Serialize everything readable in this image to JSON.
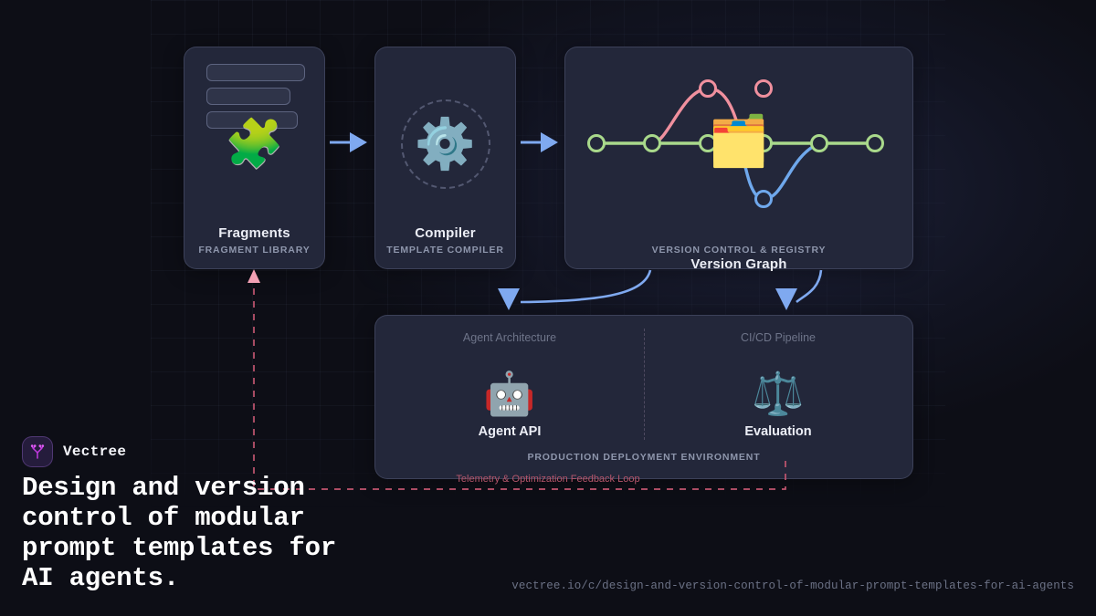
{
  "brand": {
    "name": "Vectree",
    "logo_icon": "vectree-tree-logo",
    "accent_color": "#c23ae0"
  },
  "headline": "Design and version\ncontrol of modular\nprompt templates for\nAI agents.",
  "url": "vectree.io/c/design-and-version-control-of-modular-prompt-templates-for-ai-agents",
  "diagram": {
    "cards": [
      {
        "id": "fragments",
        "title": "Fragments",
        "footer": "FRAGMENT LIBRARY",
        "icon": "puzzle-piece-icon",
        "icon_glyph": "🧩"
      },
      {
        "id": "compiler",
        "title": "Compiler",
        "footer": "TEMPLATE COMPILER",
        "icon": "gear-icon",
        "icon_glyph": "⚙️"
      },
      {
        "id": "version-graph",
        "title": "Version Graph",
        "footer": "VERSION CONTROL & REGISTRY",
        "icon": "card-file-box-icon",
        "icon_glyph": "🗂️"
      }
    ],
    "production": {
      "footer": "PRODUCTION DEPLOYMENT ENVIRONMENT",
      "columns": [
        {
          "subtitle": "Agent Architecture",
          "label": "Agent API",
          "icon": "robot-icon",
          "icon_glyph": "🤖"
        },
        {
          "subtitle": "CI/CD Pipeline",
          "label": "Evaluation",
          "icon": "balance-scale-icon",
          "icon_glyph": "⚖️"
        }
      ]
    },
    "feedback_loop_label": "Telemetry & Optimization Feedback Loop",
    "colors": {
      "arrow_blue": "#7fa9f0",
      "graph_main_green": "#a9d98b",
      "graph_branch_pink": "#f0909e",
      "graph_branch_blue": "#6fa8ec",
      "feedback_pink": "#c2566f",
      "card_background": "#23273a",
      "page_background": "#0d0e16"
    },
    "version_graph": {
      "main_branch_nodes": 6,
      "pink_branch_nodes": 1,
      "pink_detached_nodes": 1,
      "blue_branch_nodes": 1
    }
  }
}
